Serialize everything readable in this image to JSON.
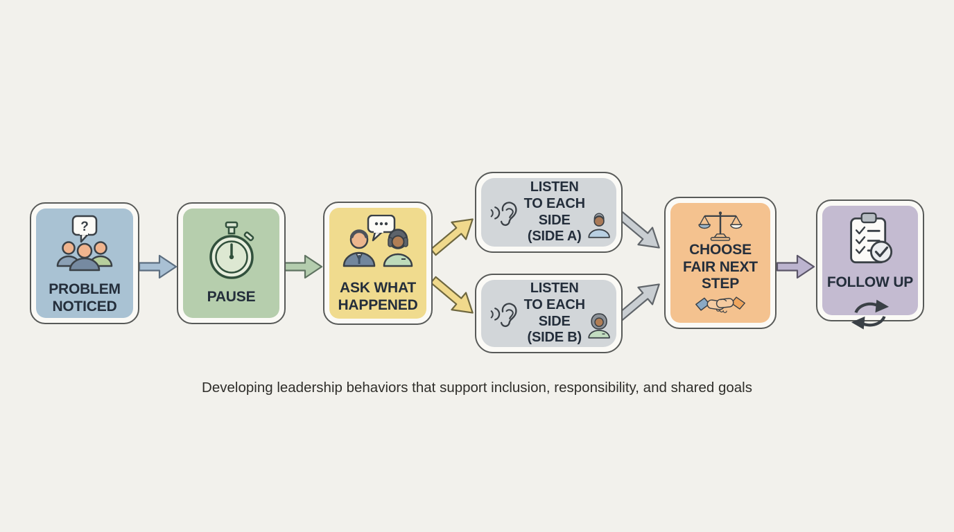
{
  "caption": "Developing leadership behaviors that support inclusion, responsibility, and shared goals",
  "colors": {
    "background": "#f2f1ec",
    "box_border": "#585a58",
    "box_inner_ring": "#fbfaf6",
    "label_text": "#242e3b",
    "caption_text": "#2f2e2a"
  },
  "steps": [
    {
      "name": "problem-noticed",
      "label": "PROBLEM NOTICED",
      "fill": "#a9c2d3",
      "icon": "group-question-icon"
    },
    {
      "name": "pause",
      "label": "PAUSE",
      "fill": "#b6cead",
      "icon": "stopwatch-icon"
    },
    {
      "name": "ask-what-happened",
      "label": "ASK WHAT HAPPENED",
      "fill": "#f0db8e",
      "icon": "conversation-icon"
    },
    {
      "name": "listen-side-a",
      "label": "LISTEN TO EACH SIDE (SIDE A)",
      "fill": "#d2d6d9",
      "icons": [
        "ear-icon",
        "man-avatar-icon"
      ]
    },
    {
      "name": "listen-side-b",
      "label": "LISTEN TO EACH SIDE (SIDE B)",
      "fill": "#d2d6d9",
      "icons": [
        "ear-icon",
        "woman-avatar-icon"
      ]
    },
    {
      "name": "choose-fair-next-step",
      "label": "CHOOSE FAIR NEXT STEP",
      "fill": "#f4c28f",
      "icons": [
        "scales-icon",
        "handshake-icon"
      ]
    },
    {
      "name": "follow-up",
      "label": "FOLLOW UP",
      "fill": "#c4bbd1",
      "icons": [
        "checklist-icon",
        "refresh-icon"
      ]
    }
  ],
  "arrows": [
    {
      "name": "arrow-problem-to-pause",
      "fill": "#a9c0d4",
      "stroke": "#5c6e80"
    },
    {
      "name": "arrow-pause-to-ask",
      "fill": "#b4cdae",
      "stroke": "#5f7361"
    },
    {
      "name": "arrow-ask-to-side-a",
      "fill": "#f0d98c",
      "stroke": "#6e673f"
    },
    {
      "name": "arrow-ask-to-side-b",
      "fill": "#f0d98c",
      "stroke": "#6e673f"
    },
    {
      "name": "arrow-side-a-to-choose",
      "fill": "#c9ced2",
      "stroke": "#60656a"
    },
    {
      "name": "arrow-side-b-to-choose",
      "fill": "#c9ced2",
      "stroke": "#60656a"
    },
    {
      "name": "arrow-choose-to-followup",
      "fill": "#bcb4cf",
      "stroke": "#5b5668"
    }
  ]
}
